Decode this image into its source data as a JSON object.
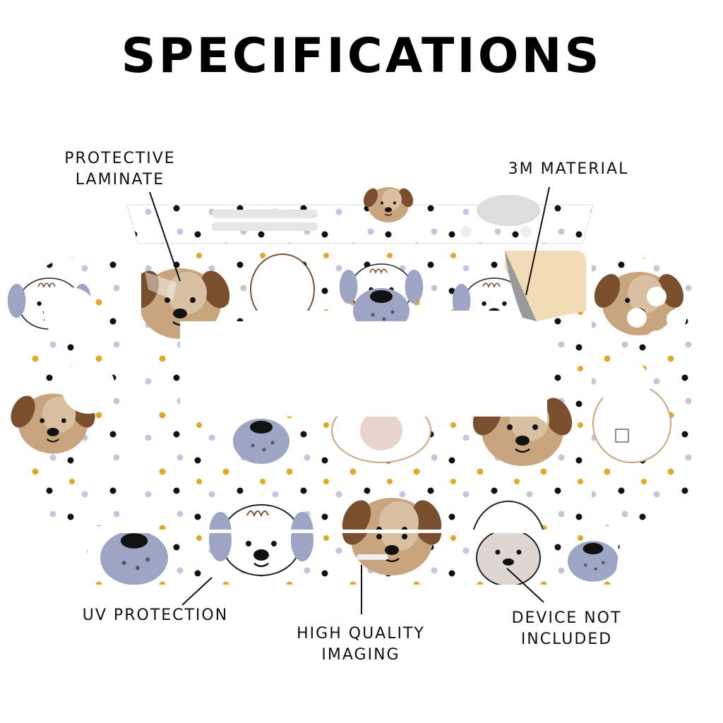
{
  "title": "SPECIFICATIONS",
  "labels": {
    "protective_laminate": [
      "PROTECTIVE",
      "LAMINATE"
    ],
    "material": "3M MATERIAL",
    "uv": "UV PROTECTION",
    "imaging": [
      "HIGH QUALITY",
      "IMAGING"
    ],
    "device": [
      "DEVICE NOT",
      "INCLUDED"
    ]
  },
  "colors": {
    "tan": "#c9a57f",
    "brown": "#7a4f2e",
    "blue_grey": "#9ea4c4",
    "gold": "#e2a82c",
    "dot": "#111111",
    "lavender": "#c3c6dd",
    "peel_backing": "#f1dcb8"
  }
}
